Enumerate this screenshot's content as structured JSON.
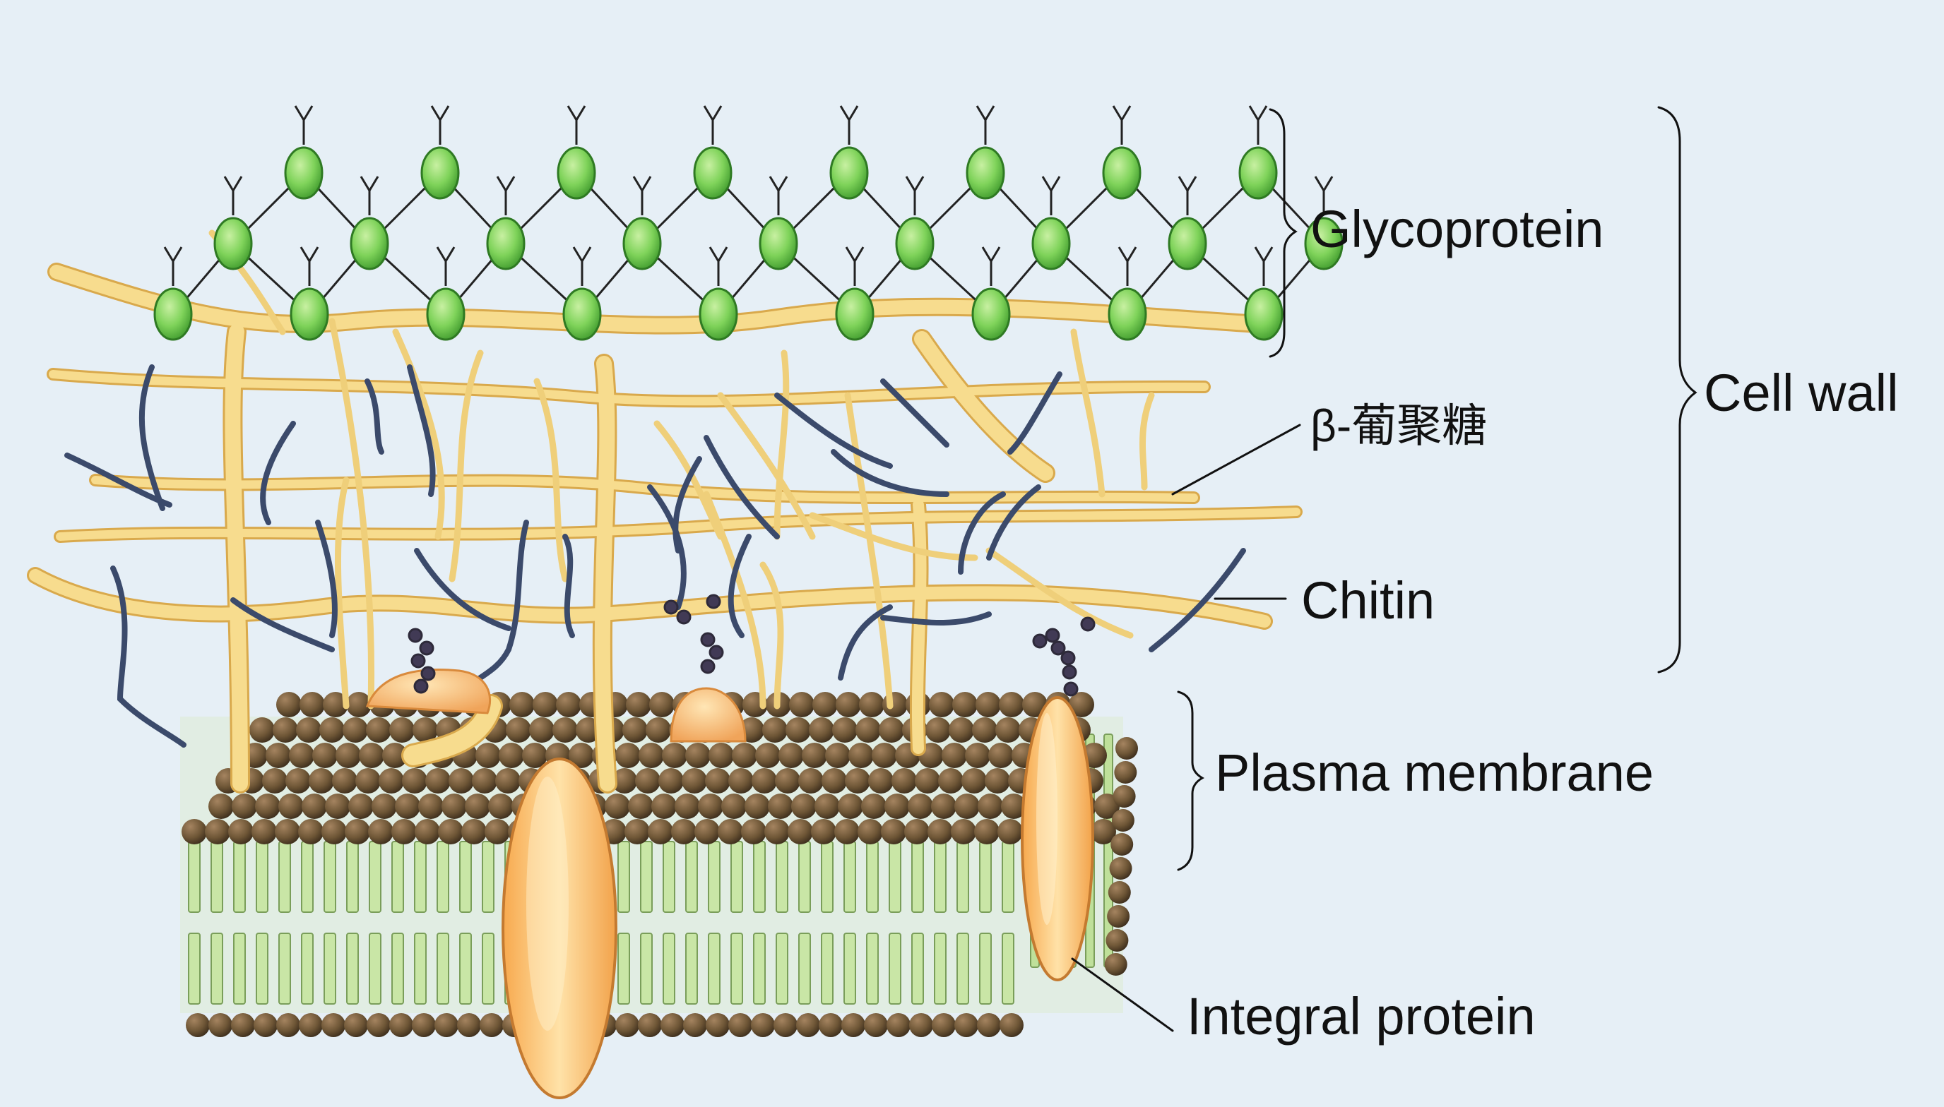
{
  "labels": {
    "glycoprotein": "Glycoprotein",
    "beta_glucan": "β-葡聚糖",
    "chitin": "Chitin",
    "plasma_membrane": "Plasma membrane",
    "integral_protein": "Integral protein",
    "cell_wall": "Cell wall"
  },
  "colors": {
    "background": "#e6eff6",
    "glycoprotein_green": "#7fd35a",
    "glucan_fiber": "#f6d98c",
    "chitin_fiber": "#3b4a6b",
    "lipid_head": "#6e5636",
    "lipid_tail": "#c9e6a6",
    "protein": "#f2b869"
  }
}
